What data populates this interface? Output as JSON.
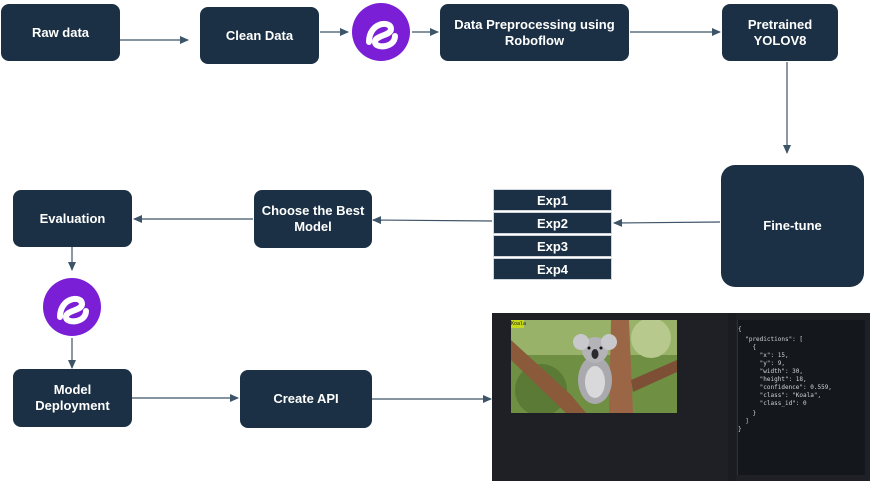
{
  "nodes": {
    "raw_data": "Raw data",
    "clean_data": "Clean Data",
    "preprocessing": "Data Preprocessing using Roboflow",
    "pretrained": "Pretrained YOLOV8",
    "fine_tune": "Fine-tune",
    "choose_best": "Choose the Best Model",
    "evaluation": "Evaluation",
    "deployment": "Model Deployment",
    "create_api": "Create API"
  },
  "experiments": [
    "Exp1",
    "Exp2",
    "Exp3",
    "Exp4"
  ],
  "logos": [
    {
      "name": "roboflow-logo",
      "color": "#7a1fd6"
    },
    {
      "name": "roboflow-logo",
      "color": "#7a1fd6"
    }
  ],
  "colors": {
    "node_fill": "#1b3044",
    "arrow": "#3e5468",
    "logo": "#7a1fd6"
  },
  "api_output": {
    "image_tag": "Koala",
    "json_lines": [
      "{",
      "  \"predictions\": [",
      "    {",
      "      \"x\": 15,",
      "      \"y\": 9,",
      "      \"width\": 30,",
      "      \"height\": 18,",
      "      \"confidence\": 0.559,",
      "      \"class\": \"Koala\",",
      "      \"class_id\": 0",
      "    }",
      "  ]",
      "}"
    ]
  }
}
